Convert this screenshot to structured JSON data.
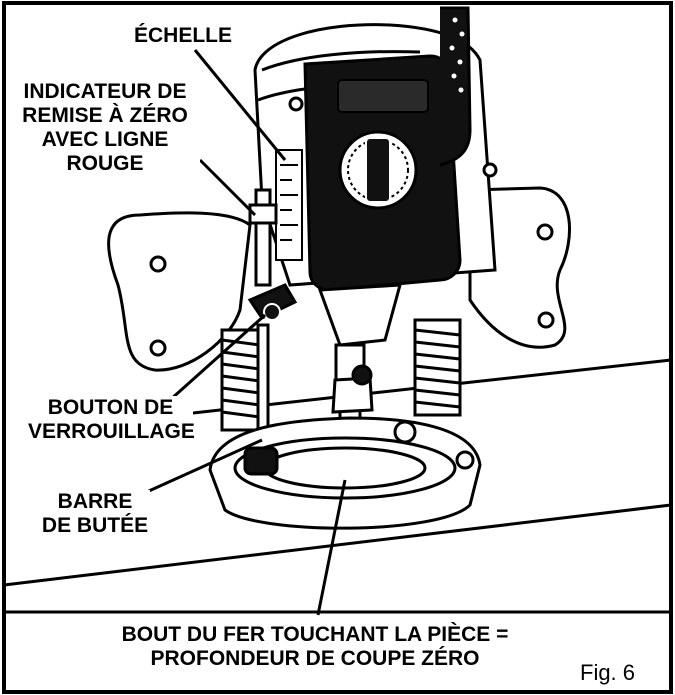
{
  "labels": {
    "echelle": "ÉCHELLE",
    "indicateur_1": "INDICATEUR DE",
    "indicateur_2": "REMISE À ZÉRO",
    "indicateur_3": "AVEC LIGNE",
    "indicateur_4": "ROUGE",
    "bouton_1": "BOUTON DE",
    "bouton_2": "VERROUILLAGE",
    "barre_1": "BARRE",
    "barre_2": "DE BUTÉE",
    "bout_1": "BOUT DU FER TOUCHANT LA PIÈCE =",
    "bout_2": "PROFONDEUR DE COUPE ZÉRO"
  },
  "figure_number": "Fig. 6",
  "colors": {
    "ink": "#000000",
    "paper": "#ffffff",
    "housing": "#111111",
    "highlight": "#2a2a2a"
  }
}
